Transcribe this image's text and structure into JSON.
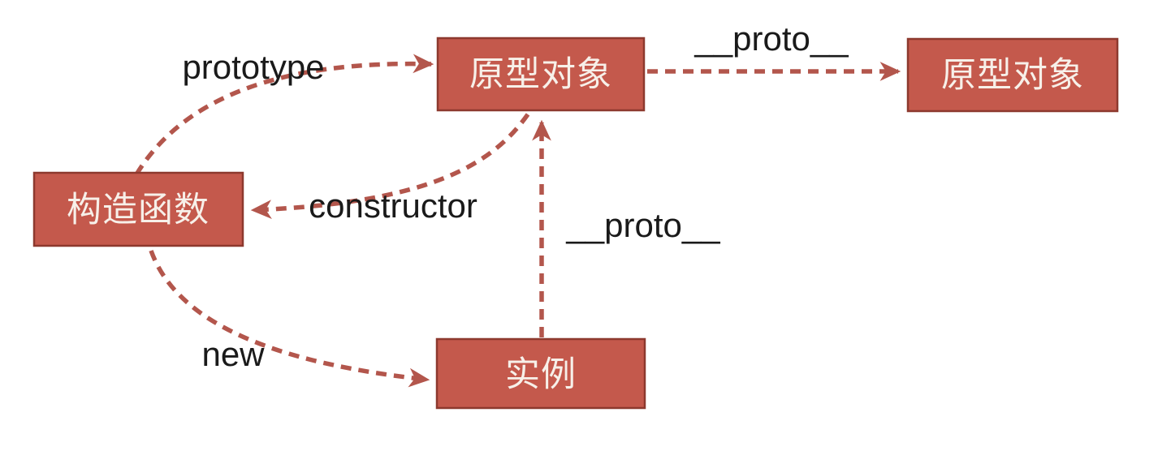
{
  "colors": {
    "background": "#ffffff",
    "box_fill": "#c4594c",
    "box_border": "#8d392e",
    "arrow": "#b3564c",
    "label_text": "#1a1a1a",
    "box_text": "#f7f0e9"
  },
  "nodes": [
    {
      "id": "constructor-function",
      "label": "构造函数"
    },
    {
      "id": "prototype-object-1",
      "label": "原型对象"
    },
    {
      "id": "prototype-object-2",
      "label": "原型对象"
    },
    {
      "id": "instance",
      "label": "实例"
    }
  ],
  "edges": [
    {
      "from": "constructor-function",
      "to": "prototype-object-1",
      "label": "prototype"
    },
    {
      "from": "prototype-object-1",
      "to": "constructor-function",
      "label": "constructor"
    },
    {
      "from": "prototype-object-1",
      "to": "prototype-object-2",
      "label": "__proto__"
    },
    {
      "from": "instance",
      "to": "prototype-object-1",
      "label": "__proto__"
    },
    {
      "from": "constructor-function",
      "to": "instance",
      "label": "new"
    }
  ]
}
